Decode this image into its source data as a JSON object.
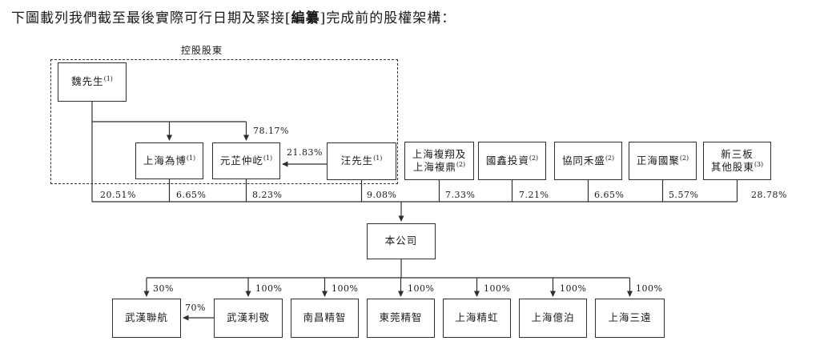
{
  "title": {
    "pre": "下圖載列我們截至最後實際可行日期及緊接[",
    "redacted": "編纂",
    "post": "]完成前的股權架構："
  },
  "diagram": {
    "group_label": "控股股東",
    "nodes": {
      "wei": {
        "label": "魏先生",
        "sup": "(1)"
      },
      "weibo": {
        "label": "上海為博",
        "sup": "(1)"
      },
      "yuanzhi": {
        "label": "元芷仲屹",
        "sup": "(1)"
      },
      "wang": {
        "label": "汪先生",
        "sup": "(1)"
      },
      "fuxiang": {
        "line1": "上海複翔及",
        "line2": "上海複鼎",
        "sup": "(2)"
      },
      "guoxin": {
        "label": "國鑫投資",
        "sup": "(2)"
      },
      "xietong": {
        "label": "協同禾盛",
        "sup": "(2)"
      },
      "zhenghai": {
        "label": "正海國聚",
        "sup": "(2)"
      },
      "xinsanban": {
        "line1": "新三板",
        "line2": "其他股東",
        "sup": "(3)"
      },
      "company": {
        "label": "本公司"
      }
    },
    "subsidiaries": [
      {
        "label": "武漢聯航"
      },
      {
        "label": "武漢利敬"
      },
      {
        "label": "南昌精智"
      },
      {
        "label": "東莞精智"
      },
      {
        "label": "上海精虹"
      },
      {
        "label": "上海億泊"
      },
      {
        "label": "上海三遠"
      }
    ],
    "edge_labels": {
      "wei_to_yuanzhi": "78.17%",
      "wang_to_yuanzhi": "21.83%",
      "lijing_to_lianhang": "70%"
    },
    "company_ownership": [
      "20.51%",
      "6.65%",
      "8.23%",
      "9.08%",
      "7.33%",
      "7.21%",
      "6.65%",
      "5.57%",
      "28.78%"
    ],
    "subsidiary_ownership": [
      "30%",
      "100%",
      "100%",
      "100%",
      "100%",
      "100%",
      "100%"
    ],
    "line_color": "#333333"
  }
}
